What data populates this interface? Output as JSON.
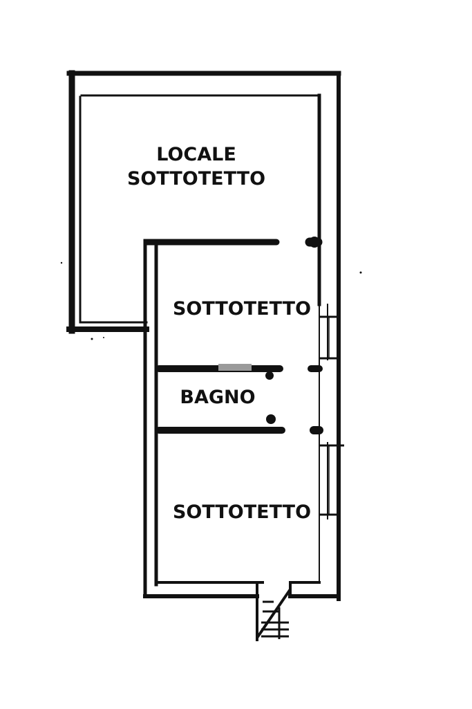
{
  "rooms": {
    "locale_sottotetto": {
      "line1": "LOCALE",
      "line2": "SOTTOTETTO"
    },
    "sottotetto_upper": "SOTTOTETTO",
    "bagno": "BAGNO",
    "sottotetto_lower": "SOTTOTETTO"
  },
  "colors": {
    "wall": "#111111",
    "background": "#ffffff"
  }
}
